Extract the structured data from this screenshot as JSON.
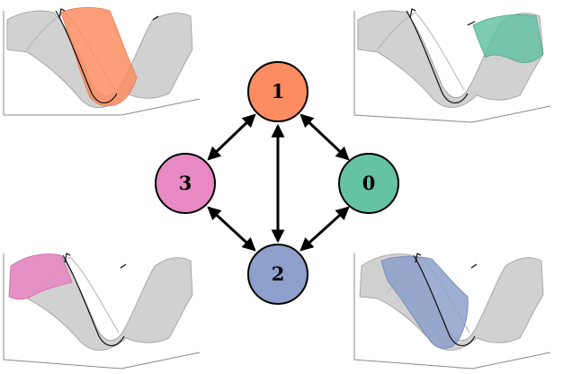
{
  "nodes": [
    {
      "id": "node-1",
      "label": "1",
      "fill": "#FC8D62"
    },
    {
      "id": "node-0",
      "label": "0",
      "fill": "#66C2A5"
    },
    {
      "id": "node-2",
      "label": "2",
      "fill": "#8DA0CB"
    },
    {
      "id": "node-3",
      "label": "3",
      "fill": "#E78AC3"
    }
  ],
  "edges": [
    {
      "from": "1",
      "to": "3",
      "direction": "both"
    },
    {
      "from": "1",
      "to": "0",
      "direction": "both"
    },
    {
      "from": "1",
      "to": "2",
      "direction": "both"
    },
    {
      "from": "3",
      "to": "2",
      "direction": "both"
    },
    {
      "from": "0",
      "to": "2",
      "direction": "both"
    }
  ],
  "surface_panels": [
    {
      "id": "top-left",
      "highlight_color": "#FC8D62",
      "highlight_region": "central-well"
    },
    {
      "id": "top-right",
      "highlight_color": "#66C2A5",
      "highlight_region": "right-shoulder"
    },
    {
      "id": "bottom-left",
      "highlight_color": "#E78AC3",
      "highlight_region": "left-shoulder"
    },
    {
      "id": "bottom-right",
      "highlight_color": "#8DA0CB",
      "highlight_region": "left-well"
    }
  ],
  "colors": {
    "surface_gray": "#c9c9c9",
    "stroke": "#000000",
    "axes": "#8a8a8a"
  }
}
